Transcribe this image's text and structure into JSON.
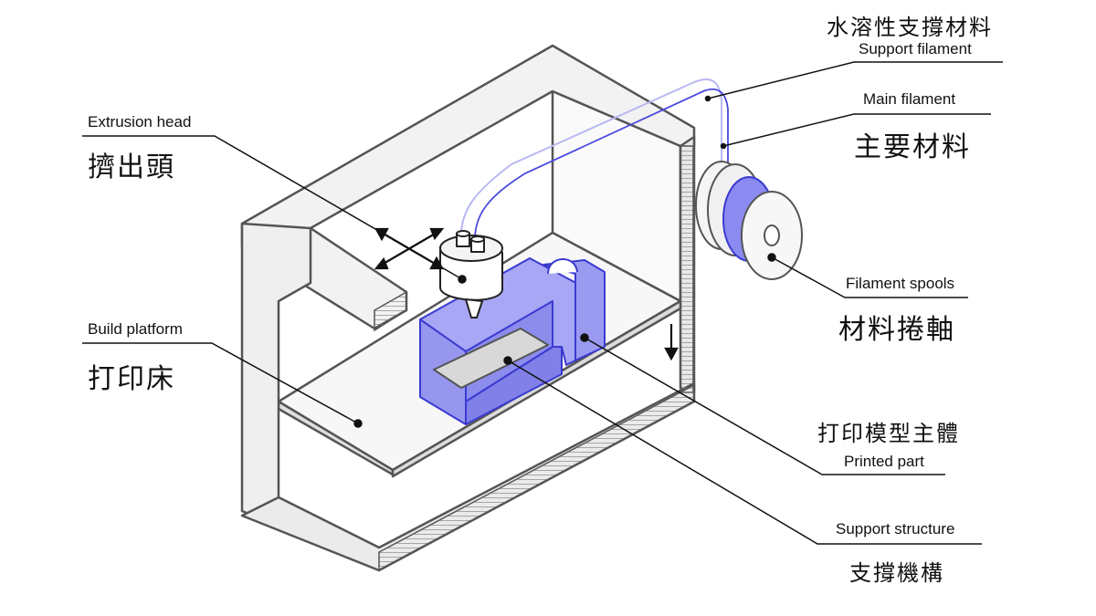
{
  "labels": {
    "support_filament_zh": "水溶性支撐材料",
    "support_filament_en": "Support filament",
    "main_filament_en": "Main filament",
    "main_filament_zh": "主要材料",
    "extrusion_head_en": "Extrusion head",
    "extrusion_head_zh": "擠出頭",
    "build_platform_en": "Build platform",
    "build_platform_zh": "打印床",
    "filament_spools_en": "Filament spools",
    "filament_spools_zh": "材料捲軸",
    "printed_part_zh": "打印模型主體",
    "printed_part_en": "Printed part",
    "support_structure_en": "Support structure",
    "support_structure_zh": "支撐機構"
  },
  "colors": {
    "outline": "#555555",
    "face_light": "#f2f2f2",
    "face_mid": "#e4e4e4",
    "part_fill": "#9a9af0",
    "part_stroke": "#3a3ad0",
    "filament_blue": "#4a4ae0",
    "leader": "#111111"
  }
}
